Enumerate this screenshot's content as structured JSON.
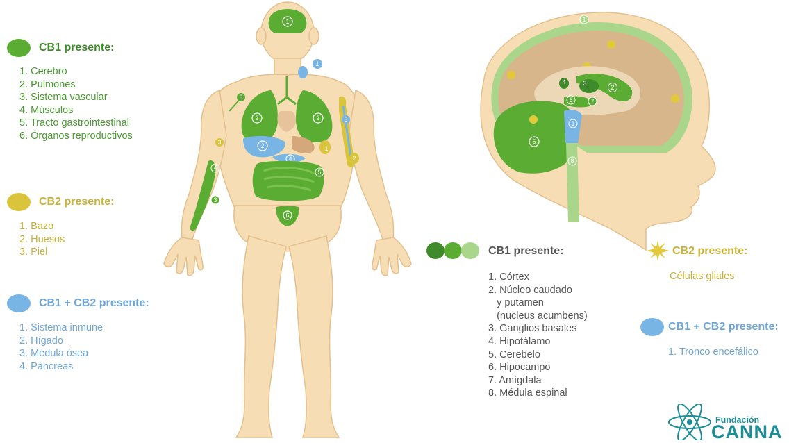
{
  "colors": {
    "cb1": "#5aac33",
    "cb2": "#d9c43c",
    "both": "#78b4e4",
    "skin": "#f7ddb4",
    "skin_dark": "#e8c79a"
  },
  "body_legend": {
    "cb1": {
      "title": "CB1 presente:",
      "items": [
        "1. Cerebro",
        "2. Pulmones",
        "3. Sistema vascular",
        "4. Músculos",
        "5. Tracto gastrointestinal",
        "6. Órganos reproductivos"
      ]
    },
    "cb2": {
      "title": "CB2 presente:",
      "items": [
        "1. Bazo",
        "2. Huesos",
        "3. Piel"
      ]
    },
    "both": {
      "title": "CB1 + CB2 presente:",
      "items": [
        "1. Sistema inmune",
        "2. Hígado",
        "3. Médula ósea",
        "4. Páncreas"
      ]
    }
  },
  "brain_legend": {
    "cb1": {
      "title": "CB1 presente:",
      "items": [
        "1. Córtex",
        "2. Núcleo caudado",
        "   y putamen",
        "   (nucleus acumbens)",
        "3. Ganglios basales",
        "4. Hipotálamo",
        "5. Cerebelo",
        "6. Hipocampo",
        "7. Amígdala",
        "8. Médula espinal"
      ]
    },
    "cb2": {
      "title": "CB2 presente:",
      "items": [
        "Células gliales"
      ]
    },
    "both": {
      "title": "CB1 + CB2 presente:",
      "items": [
        "1. Tronco encefálico"
      ]
    }
  },
  "body_markers": {
    "brain": "1",
    "lung_left": "2",
    "lung_right": "2",
    "vascular": "3",
    "muscle_upper": "4",
    "muscle_lower": "3",
    "gi": "5",
    "repro": "6",
    "spleen": "1",
    "bone_upper": "3",
    "bone_lower": "2",
    "skin": "3",
    "immune": "1",
    "liver": "2",
    "pancreas": "4"
  },
  "brain_markers": {
    "cortex": "1",
    "caudate": "2",
    "basal": "3",
    "hypothalamus": "4",
    "cerebellum": "5",
    "hippocampus": "6",
    "amygdala": "7",
    "spinal": "8",
    "brainstem": "1"
  },
  "logo": {
    "line1": "Fundación",
    "line2": "CANNA"
  }
}
